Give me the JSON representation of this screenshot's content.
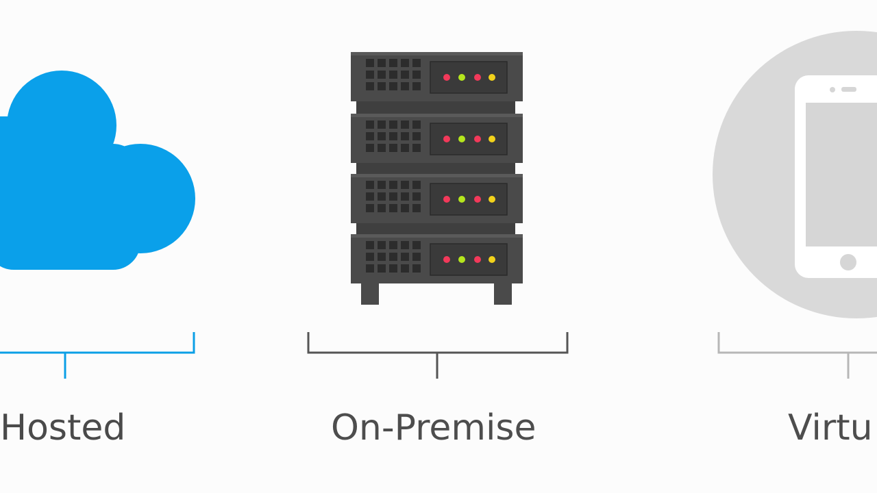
{
  "labels": {
    "hosted": "Hosted",
    "on_premise": "On-Premise",
    "virtual": "Virtu"
  },
  "colors": {
    "background": "#fcfcfc",
    "cloud": "#0aa0ea",
    "hosted_bracket": "#0b9fe6",
    "server_body": "#4a4a4a",
    "server_panel": "#3a3a3a",
    "server_grid": "#2c2c2c",
    "onprem_bracket": "#555555",
    "virtual_circle": "#d9d9d9",
    "phone_body": "#ffffff",
    "phone_screen": "#d6d6d6",
    "virtual_bracket": "#b7b7b7",
    "led_red": "#f2395a",
    "led_green": "#b5e61d",
    "led_yellow": "#f2d21b"
  },
  "icons": {
    "hosted": "cloud-icon",
    "on_premise": "server-rack-icon",
    "virtual": "smartphone-icon"
  }
}
